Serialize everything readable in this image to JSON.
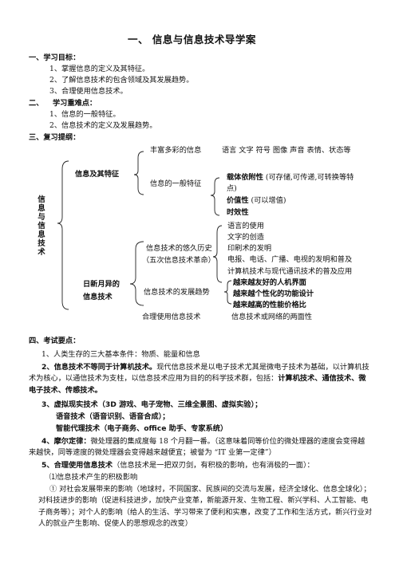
{
  "title": "一、  信息与信息技术导学案",
  "sections": {
    "s1": "一、学习目标：",
    "s2": "二、",
    "s2b": "学习重难点：",
    "s3": "三、复习提纲：",
    "s4": "四、考试要点："
  },
  "goals": [
    "1、掌握信息的定义及其特征。",
    "2、了解信息技术的包含领域及其发展趋势。",
    "3、合理使用信息技术。"
  ],
  "difficulties": [
    "1、信息的一般特征。",
    "2、信息技术的定义及发展趋势。"
  ],
  "outline": {
    "root": "信息与信息技术",
    "branch1": "信息及其特征",
    "b1_item1": "丰富多彩的信息",
    "b1_item1_detail": "语言  文字  符号  图像  声音  表情、状态等",
    "b1_item2": "信息的一般特征",
    "feat1": "载体依附性",
    "feat1_note": "(可存储,可传递,可转换等特",
    "feat1_note2": "点)",
    "feat2": "价值性",
    "feat2_note": "(可以增值)",
    "feat3": "时效性",
    "branch2a": "日新月异的",
    "branch2b": "信息技术",
    "hist1": "信息技术的悠久历史",
    "hist2": "（五次信息技术革命）",
    "rev": [
      "语言的使用",
      "文字的创造",
      "印刷术的发明",
      "电报、电话、广播、电视的发明和普及",
      "计算机技术与现代通讯技术的普及应用"
    ],
    "trend": "信息技术的发展趋势",
    "trends": [
      "越来越友好的人机界面",
      "越来越个性化的功能设计",
      "越来越高的性能价格比"
    ],
    "use": "合理使用信息技术",
    "use_detail": "信息技术或网络的两面性"
  },
  "points": {
    "p1": "1、人类生存的三大基本条件：物质、能量和信息",
    "p2_bold": "2、信息技术不等同于计算机技术。",
    "p2_rest": "现代信息技术是以电子技术尤其是微电子技术为基础，以计算机技术为核心，以通信技术为支柱，以信息技术应用为目的的科学技术群，包括：",
    "p2_tail": "计算机技术、通信技术、微电子技术、传感技术。",
    "p3": "3、虚拟现实技术（3D 游戏、电子宠物、三维全景图、虚拟实验）；",
    "p3a": "语音技术（语音识别、语音合成）；",
    "p3b": "智能代理技术（电子商务、office 助手、专家系统）",
    "p4_bold": "4、摩尔定律：",
    "p4_rest": "微处理器的集成度每 18 个月翻一番。（这意味着同等价位的微处理器的速度会变得越来越快，同等速度的微处理器会变得越来越便宜；被誉为 “IT 业第一定律”）",
    "p5_bold": "5、合理使用信息技术",
    "p5_rest": "（信息技术是一把双刃剑，有积极的影响，也有消极的一面）：",
    "p5_1": "⑴信息技术产生的积极影响",
    "p5_2": "① 对社会发展带来的影响（地球村，不同国家、民族间的交流与发展，经济全球化、信息全球化）；对科技进步的影响（促进科技进步，加快产业变革，新能源开发、生物工程、新兴学科、人工智能、电子商务等）；对个人的影响（给人的生活、学习带来了便利和实惠，改变了工作和生活方式，新兴行业对人的就业产生影响、促使人的思想观念的改变）"
  }
}
